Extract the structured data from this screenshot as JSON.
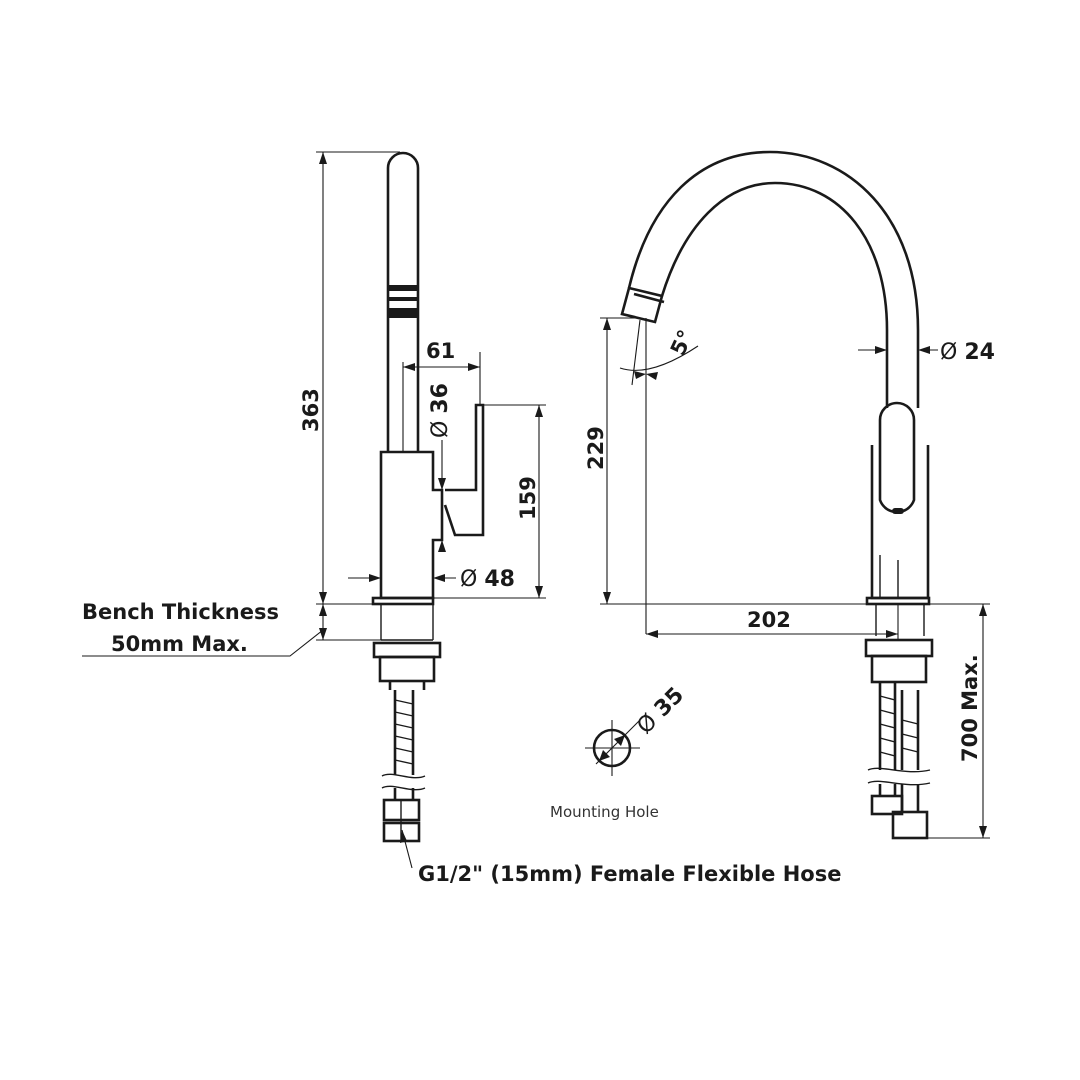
{
  "side_view": {
    "height_label": "363",
    "handle_reach_label": "61",
    "handle_dia_label": "36",
    "handle_height_label": "159",
    "body_dia_label": "48",
    "bench_thickness_line1": "Bench Thickness",
    "bench_thickness_line2": "50mm Max.",
    "hose_label": "G1/2\" (15mm) Female Flexible Hose"
  },
  "front_view": {
    "angle_label": "5°",
    "spout_dia_label": "24",
    "spout_height_label": "229",
    "reach_label": "202",
    "hose_length_label": "700 Max."
  },
  "mounting_hole": {
    "dia_label": "35",
    "caption": "Mounting Hole"
  },
  "diameter_symbol": "Ø"
}
